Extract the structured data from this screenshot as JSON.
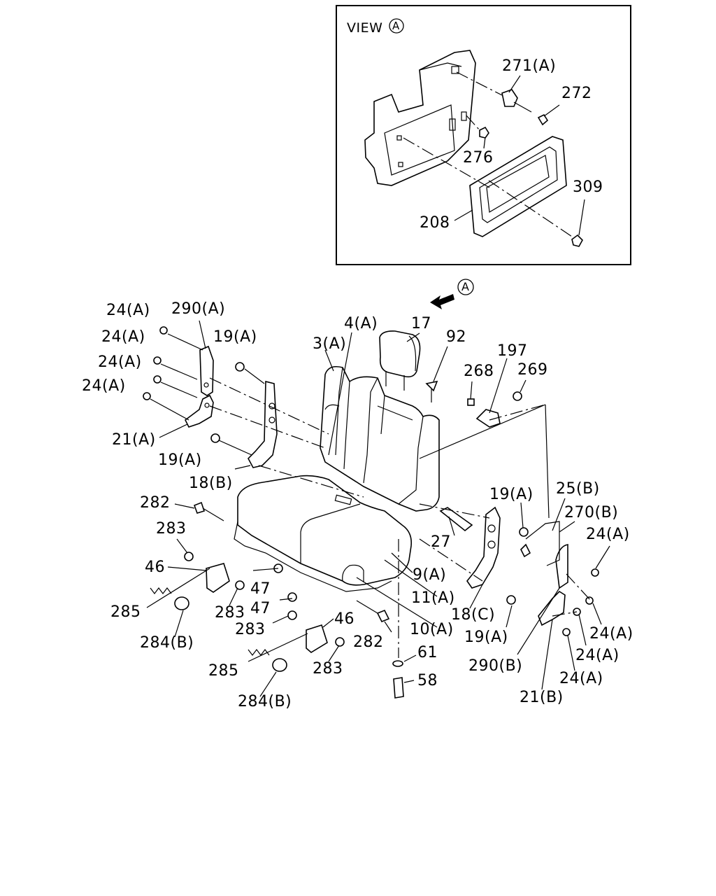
{
  "view_box": {
    "title": "VIEW",
    "marker": "A"
  },
  "arrow_marker": "A",
  "labels": {
    "l_271A": "271(A)",
    "l_272": "272",
    "l_276": "276",
    "l_309": "309",
    "l_208": "208",
    "l_24A_1": "24(A)",
    "l_24A_2": "24(A)",
    "l_24A_3": "24(A)",
    "l_24A_4": "24(A)",
    "l_290A": "290(A)",
    "l_19A_1": "19(A)",
    "l_21A": "21(A)",
    "l_19A_2": "19(A)",
    "l_18B": "18(B)",
    "l_3A": "3(A)",
    "l_4A": "4(A)",
    "l_17": "17",
    "l_92": "92",
    "l_197": "197",
    "l_268": "268",
    "l_269": "269",
    "l_282_1": "282",
    "l_283_1": "283",
    "l_46_1": "46",
    "l_47_1": "47",
    "l_47_2": "47",
    "l_283_2": "283",
    "l_285_1": "285",
    "l_284B_1": "284(B)",
    "l_283_3": "283",
    "l_46_2": "46",
    "l_282_2": "282",
    "l_283_4": "283",
    "l_285_2": "285",
    "l_284B_2": "284(B)",
    "l_61": "61",
    "l_58": "58",
    "l_27": "27",
    "l_9A": "9(A)",
    "l_11A": "11(A)",
    "l_10A": "10(A)",
    "l_18C": "18(C)",
    "l_19A_3": "19(A)",
    "l_19A_4": "19(A)",
    "l_25B": "25(B)",
    "l_270B": "270(B)",
    "l_24A_5": "24(A)",
    "l_24A_6": "24(A)",
    "l_24A_7": "24(A)",
    "l_24A_8": "24(A)",
    "l_290B": "290(B)",
    "l_21B": "21(B)"
  }
}
